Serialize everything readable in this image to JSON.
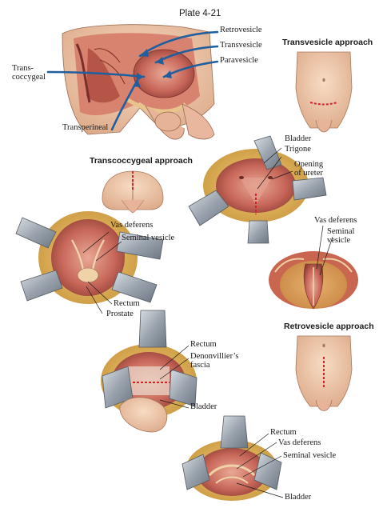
{
  "plate_title": "Plate 4-21",
  "sagittal": {
    "routes": [
      "Retrovesicle",
      "Transvesicle",
      "Paravesicle",
      "Trans-",
      "coccygeal",
      "Transperineal"
    ]
  },
  "transvesicle_approach": {
    "title": "Transvesicle approach"
  },
  "bladder_view": {
    "labels": [
      "Bladder",
      "Trigone",
      "Opening",
      "of ureter"
    ]
  },
  "transcoccygeal_approach": {
    "title": "Transcoccygeal approach"
  },
  "perineal_view": {
    "labels": [
      "Vas deferens",
      "Seminal vesicle",
      "Rectum",
      "Prostate"
    ]
  },
  "vesicle_inset": {
    "labels": [
      "Vas deferens",
      "Seminal",
      "vesicle"
    ]
  },
  "retrovesicle_approach": {
    "title": "Retrovesicle approach"
  },
  "posterior_view": {
    "labels": [
      "Rectum",
      "Denonvillier’s",
      "fascia",
      "Bladder"
    ]
  },
  "bottom_view": {
    "labels": [
      "Rectum",
      "Vas deferens",
      "Seminal vesicle",
      "Bladder"
    ]
  },
  "colors": {
    "route_blue": "#1f5f9e",
    "incision_red": "#d0232a",
    "tissue": "#c8685a",
    "skin": "#f0c9ab",
    "retractor": "#9aa3ad"
  }
}
